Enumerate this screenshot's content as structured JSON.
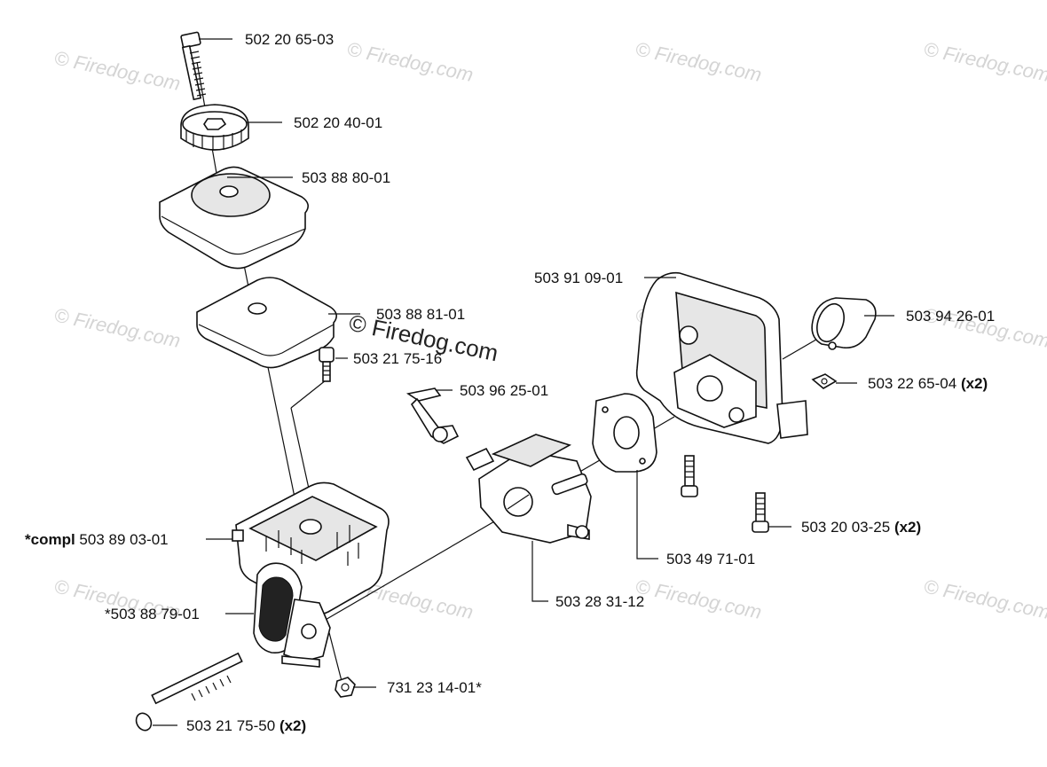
{
  "watermark": {
    "text": "© Firedog.com",
    "center_text": "© Firedog.com"
  },
  "labels": {
    "bolt_top": "502 20 65-03",
    "knob": "502 20 40-01",
    "filter_cover": "503 88 80-01",
    "filter": "503 88 81-01",
    "screw_small": "503 21 75-16",
    "choke_lever": "503 96 25-01",
    "housing_cover": "503 91 09-01",
    "sleeve": "503 94 26-01",
    "nut_square": "503 22 65-04",
    "nut_square_qty": "(x2)",
    "compl_prefix": "*compl",
    "compl_code": "503 89 03-01",
    "carb_gasket": "503 49 71-01",
    "screw_pair": "503 20 03-25",
    "screw_pair_qty": "(x2)",
    "bracket": "*503 88 79-01",
    "carburetor": "503 28 31-12",
    "nut_hex": "731 23 14-01*",
    "long_bolt": "503 21 75-50",
    "long_bolt_qty": "(x2)"
  }
}
